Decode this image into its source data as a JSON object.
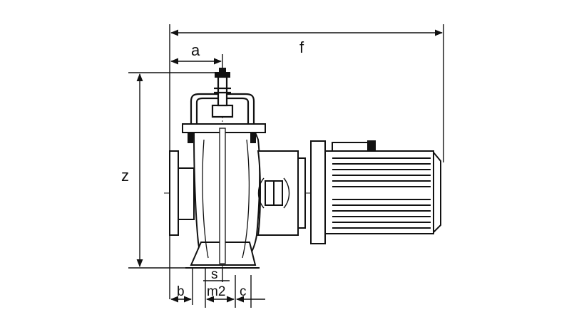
{
  "diagram": {
    "dimension_labels": {
      "a": "a",
      "f": "f",
      "z": "z",
      "b": "b",
      "s": "s",
      "m2": "m2",
      "c": "c"
    },
    "colors": {
      "ink": "#111111",
      "background": "#ffffff"
    }
  }
}
